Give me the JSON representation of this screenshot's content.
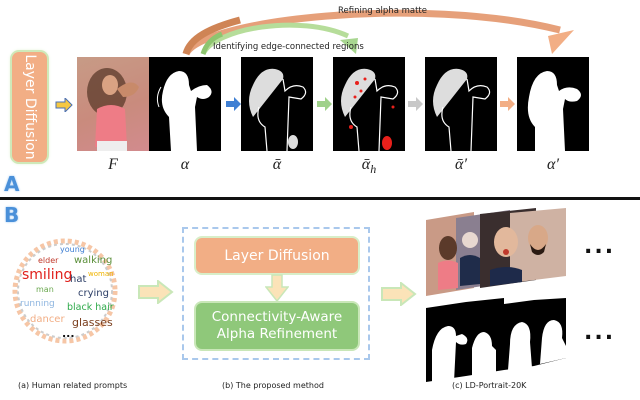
{
  "section_a": {
    "letter": "A",
    "layer_diffusion_label": "Layer Diffusion",
    "annotations": {
      "refining": "Refining alpha matte",
      "identifying": "Identifying edge-connected regions"
    },
    "panels": [
      {
        "id": "F",
        "label": "F"
      },
      {
        "id": "alpha",
        "label": "α"
      },
      {
        "id": "alpha_bar",
        "label": "ᾱ"
      },
      {
        "id": "alpha_bar_h",
        "label": "ᾱ",
        "subscript": "h"
      },
      {
        "id": "alpha_bar_prime",
        "label": "ᾱ′"
      },
      {
        "id": "alpha_prime",
        "label": "α′"
      }
    ],
    "colors": {
      "orange": "#f2ae85",
      "arc_orange": "#d9895c",
      "arc_green": "#a8d690",
      "blue_arrow": "#3f7fd3",
      "green_arrow": "#9fd18a",
      "gray_arrow": "#c8c8c8",
      "yellow_arrow": "#f5c842"
    }
  },
  "section_b": {
    "letter": "B",
    "prompts": [
      {
        "text": "young",
        "color": "#3f7fd3"
      },
      {
        "text": "elder",
        "color": "#c0392b"
      },
      {
        "text": "walking",
        "color": "#5b8f3a"
      },
      {
        "text": "smiling",
        "color": "#e0201b"
      },
      {
        "text": "hat",
        "color": "#2c3e66"
      },
      {
        "text": "woman",
        "color": "#f0b400"
      },
      {
        "text": "man",
        "color": "#6aa84f"
      },
      {
        "text": "crying",
        "color": "#2c3e66"
      },
      {
        "text": "running",
        "color": "#8fb6e0"
      },
      {
        "text": "black hair",
        "color": "#2eaa4a"
      },
      {
        "text": "dancer",
        "color": "#f2ae85"
      },
      {
        "text": "glasses",
        "color": "#7a3e1d"
      },
      {
        "text": "...",
        "color": "#111111"
      }
    ],
    "method": {
      "box1": "Layer Diffusion",
      "box2_line1": "Connectivity-Aware",
      "box2_line2": "Alpha Refinement"
    },
    "dataset_ellipsis": "...",
    "captions": {
      "a": "(a) Human related prompts",
      "b": "(b) The proposed method",
      "c": "(c) LD-Portrait-20K"
    }
  }
}
